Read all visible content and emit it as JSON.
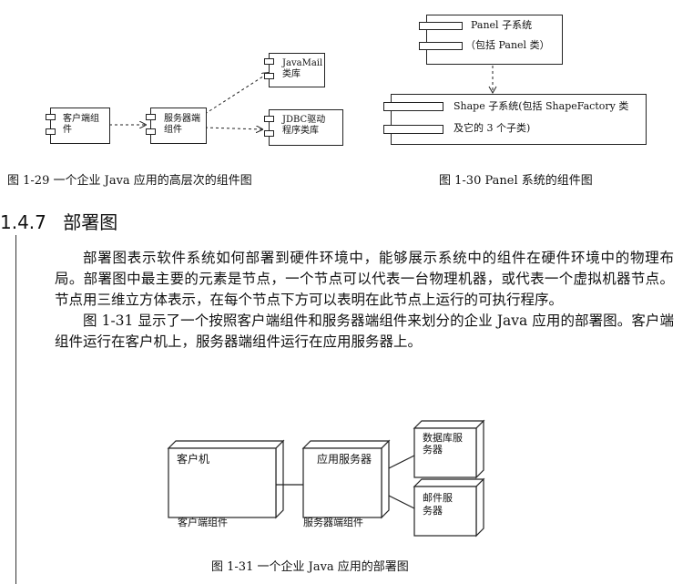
{
  "fig129": {
    "caption": "图 1-29 一个企业 Java 应用的高层次的组件图",
    "client_component": "客户端组件",
    "server_component": "服务器端组件",
    "javamail_library": "JavaMail类库",
    "jdbc_library": "JDBC驱动程序类库"
  },
  "fig130": {
    "caption": "图 1-30 Panel 系统的组件图",
    "panel_subsystem": "Panel 子系统",
    "panel_subsystem_note": "（包括 Panel 类）",
    "shape_subsystem": "Shape 子系统(包括 ShapeFactory 类",
    "shape_subsystem_note": "及它的 3 个子类)"
  },
  "section": {
    "number": "1.4.7",
    "title": "部署图"
  },
  "paragraphs": [
    "部署图表示软件系统如何部署到硬件环境中，能够展示系统中的组件在硬件环境中的物理布局。部署图中最主要的元素是节点，一个节点可以代表一台物理机器，或代表一个虚拟机器节点。节点用三维立方体表示，在每个节点下方可以表明在此节点上运行的可执行程序。",
    "图 1-31 显示了一个按照客户端组件和服务器端组件来划分的企业 Java 应用的部署图。客户端组件运行在客户机上，服务器端组件运行在应用服务器上。"
  ],
  "fig131": {
    "caption": "图 1-31 一个企业 Java 应用的部署图",
    "client_machine": "客户机",
    "app_server": "应用服务器",
    "db_server": "数据库服务器",
    "mail_server": "邮件服务器",
    "client_component": "客户端组件",
    "server_component": "服务器端组件"
  }
}
